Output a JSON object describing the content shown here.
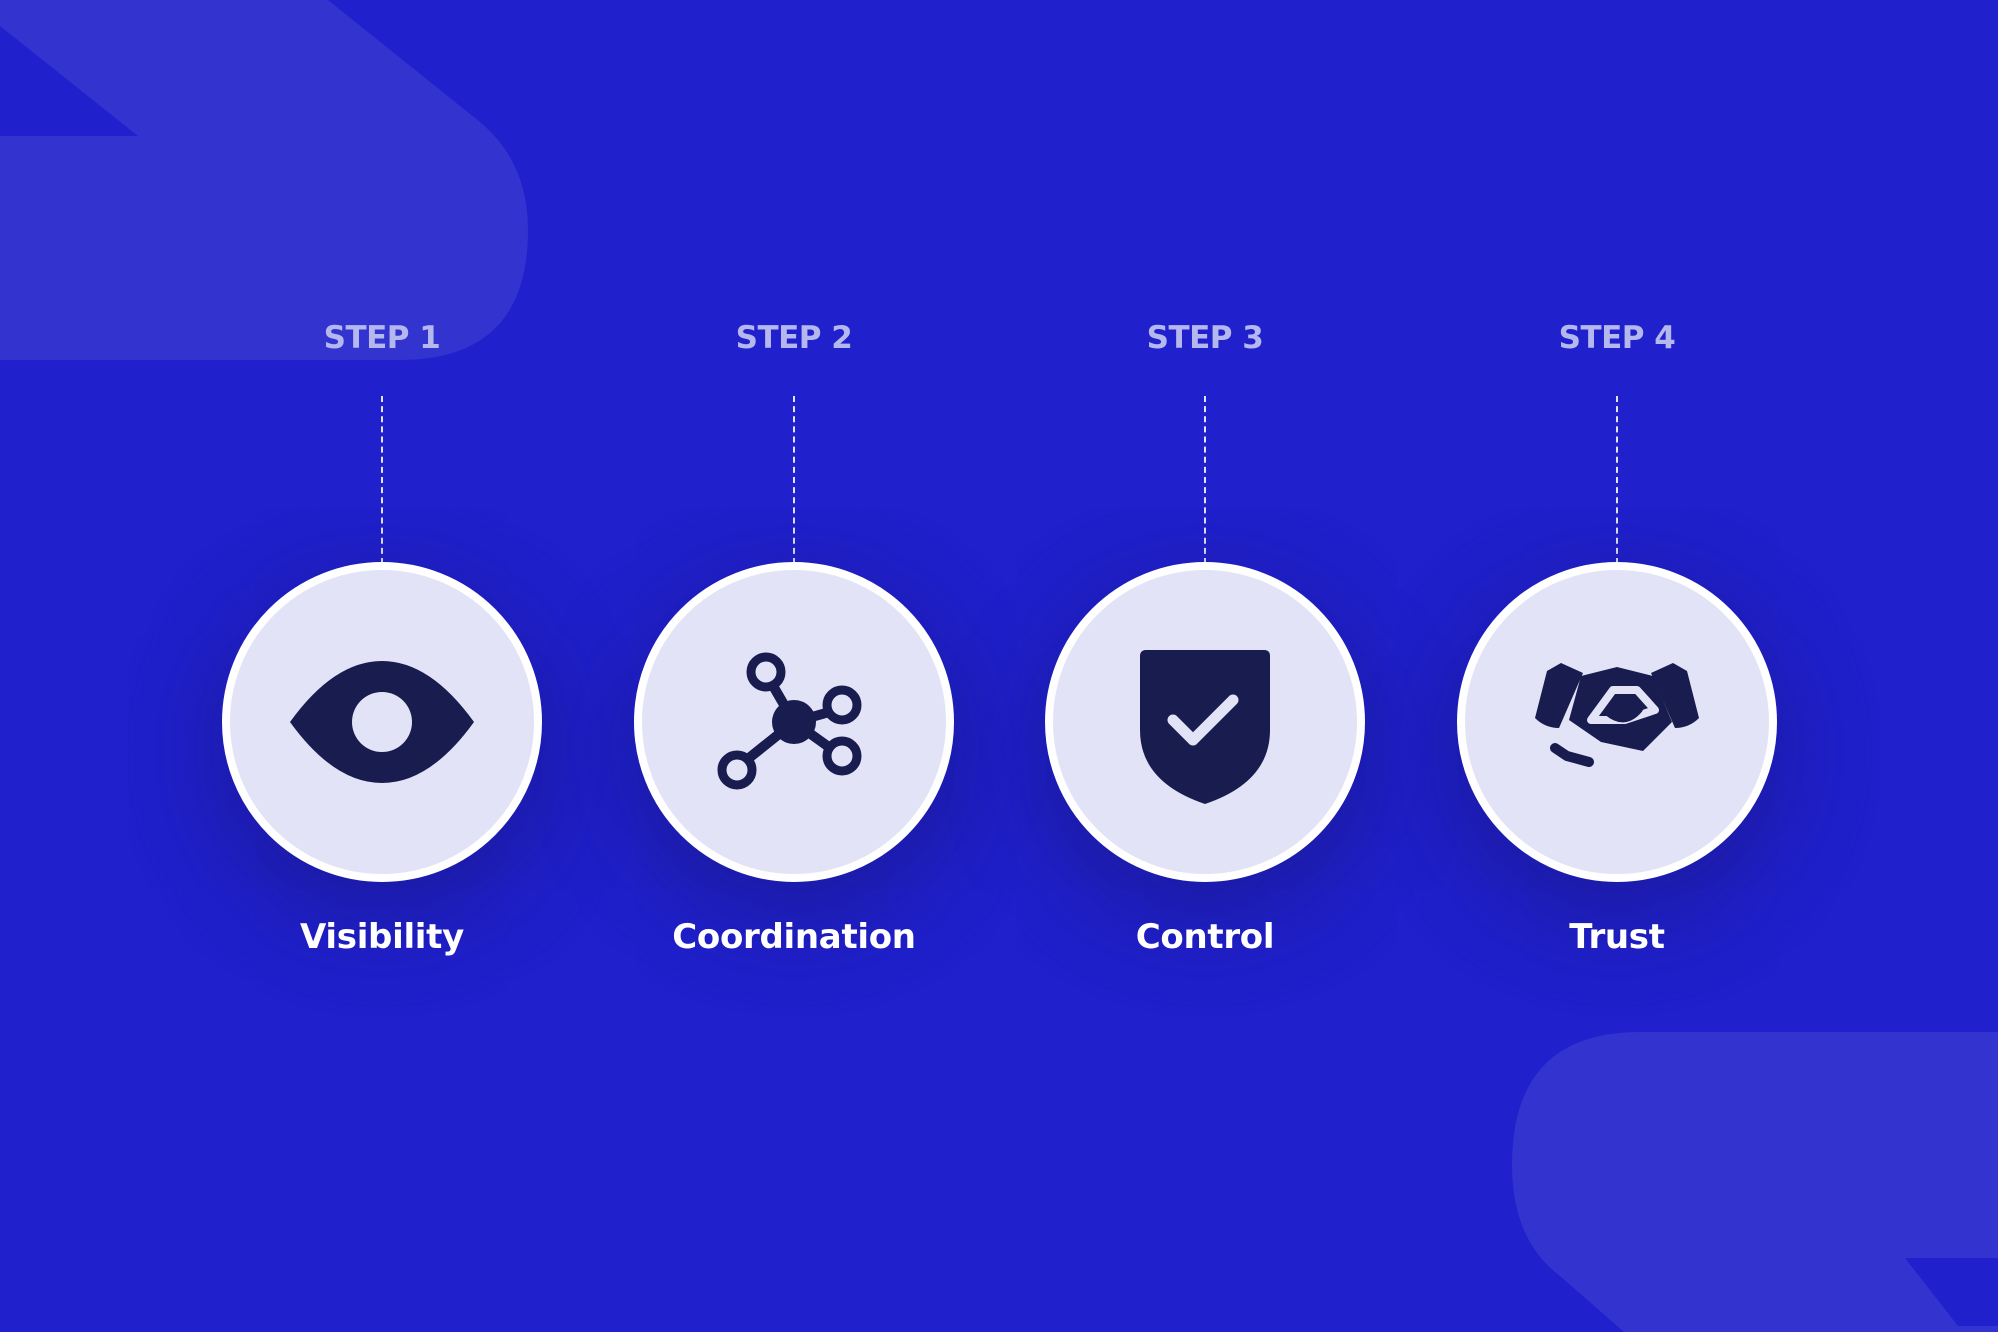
{
  "colors": {
    "background": "#2020cc",
    "decor_shape": "#3333d0",
    "step_label": "#b4b8ee",
    "circle_fill": "#e3e3f7",
    "circle_border": "#ffffff",
    "icon": "#181c4e",
    "title": "#ffffff"
  },
  "steps": [
    {
      "label": "STEP 1",
      "title": "Visibility",
      "icon": "eye-icon"
    },
    {
      "label": "STEP 2",
      "title": "Coordination",
      "icon": "network-nodes-icon"
    },
    {
      "label": "STEP 3",
      "title": "Control",
      "icon": "shield-check-icon"
    },
    {
      "label": "STEP 4",
      "title": "Trust",
      "icon": "handshake-icon"
    }
  ]
}
